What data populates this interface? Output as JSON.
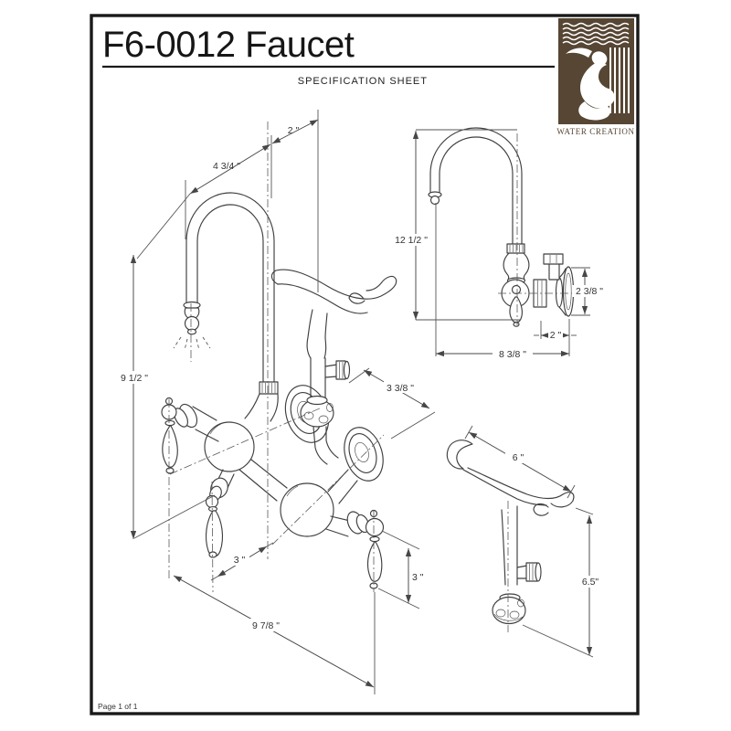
{
  "page": {
    "title": "F6-0012 Faucet",
    "subtitle": "SPECIFICATION SHEET",
    "footer": "Page 1 of 1"
  },
  "logo": {
    "brand": "WATER CREATION",
    "color": "#564633"
  },
  "drawing": {
    "line_color": "#3f3f3f",
    "views": [
      "main-isometric-faucet",
      "side-profile-faucet",
      "handshower-cradle-detail"
    ],
    "dims": {
      "spout_offset": "2 \"",
      "spout_reach": "4 3/4 \"",
      "body_height": "9 1/2 \"",
      "wall_clearance": "3 3/8 \"",
      "handle_spacing": "3 \"",
      "handle_length": "3 \"",
      "overall_width": "9 7/8 \"",
      "side_height": "12 1/2 \"",
      "flange_diameter": "2 3/8 \"",
      "wall_depth": "2 \"",
      "side_reach": "8 3/8 \"",
      "cradle_width": "6 \"",
      "cradle_height": "6.5\""
    }
  }
}
